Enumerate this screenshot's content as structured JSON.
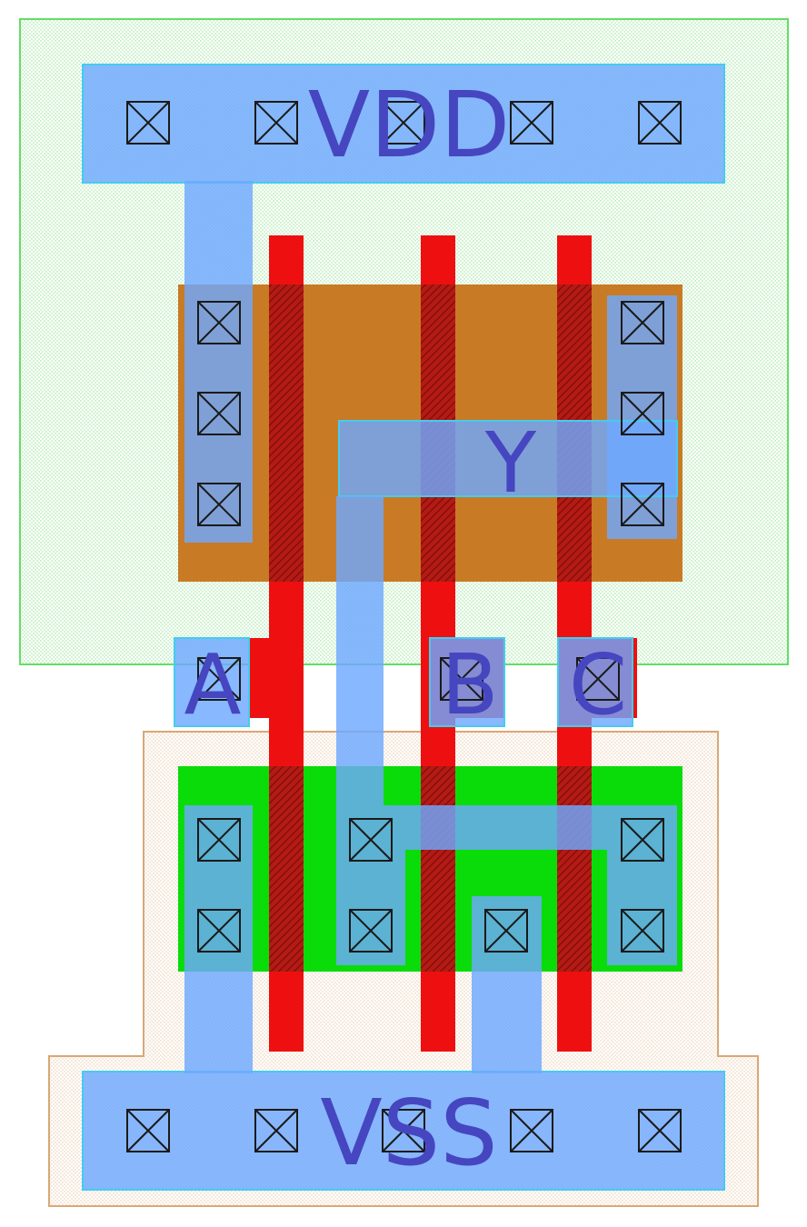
{
  "labels": {
    "vdd": "VDD",
    "vss": "VSS",
    "y": "Y",
    "a": "A",
    "b": "B",
    "c": "C"
  },
  "colors": {
    "nwell_outline": "#66dd66",
    "pwell_outline": "#d8a878",
    "pdiff": "#c97a25",
    "ndiff": "#0adc0a",
    "poly": "#ee1010",
    "metal1": "#6ea8ff",
    "metal_outline": "#44ccee",
    "contact_stroke": "#1a1a1a",
    "label": "#4646c0"
  }
}
